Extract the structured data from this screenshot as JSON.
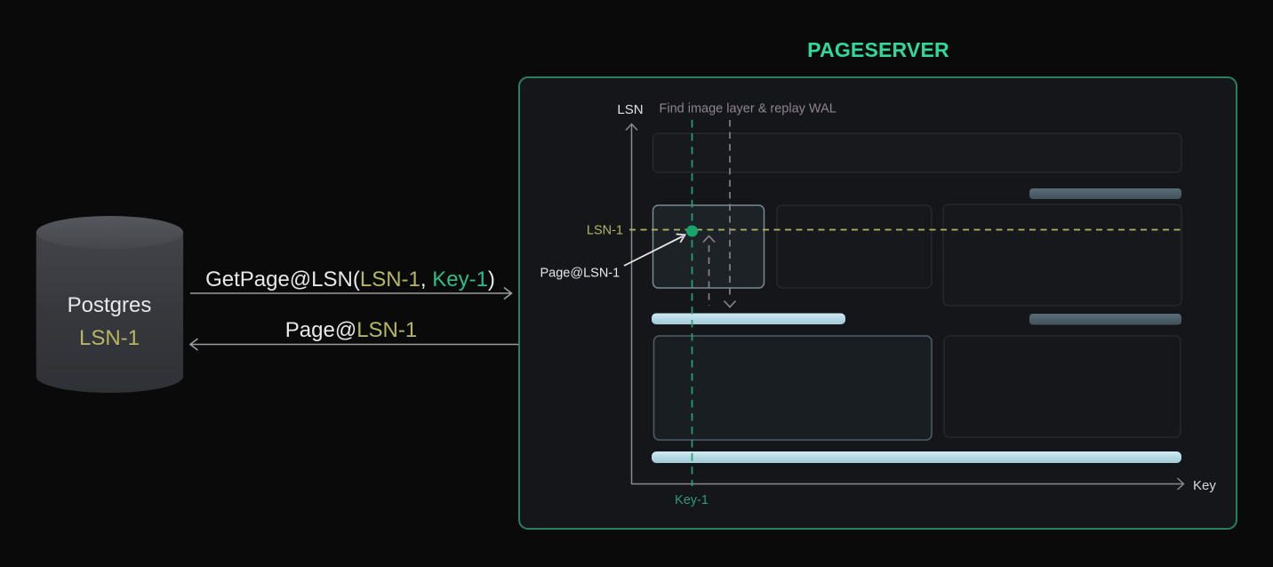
{
  "postgres": {
    "label": "Postgres",
    "sublabel": "LSN-1"
  },
  "messages": {
    "request": {
      "prefix": "GetPage@LSN(",
      "lsn_arg": "LSN-1",
      "separator": ", ",
      "key_arg": "Key-1",
      "suffix": ")"
    },
    "response": {
      "prefix": "Page@",
      "lsn_arg": "LSN-1"
    }
  },
  "pageserver": {
    "title": "PAGESERVER",
    "y_axis_label": "LSN",
    "x_axis_label": "Key",
    "annotation": "Find image layer & replay WAL",
    "lsn_marker_label": "LSN-1",
    "key_marker_label": "Key-1",
    "page_pointer_label": "Page@LSN-1"
  },
  "colors": {
    "background": "#0a0a0b",
    "pageserver_box_fill": "#15161a",
    "pageserver_box_border": "#28805f",
    "pageserver_title": "#30d89d",
    "accent_teal_dash": "#27a078",
    "accent_teal_text": "#2d9a79",
    "accent_teal_bright": "#2dbd8e",
    "accent_olive": "#b3b563",
    "accent_mauve": "#90848f",
    "annotation_text": "#8e8492",
    "image_layer_blue": "#b9dde8",
    "delta_layer_slate": "#52646f",
    "layer_rect_border": "#2b3036",
    "highlight_rect_border": "#7a8a92",
    "axis_gray": "#87898c",
    "arrow_gray": "#9a9da0",
    "text_white": "#e7e8e9",
    "page_dot_green": "#16a46c"
  }
}
